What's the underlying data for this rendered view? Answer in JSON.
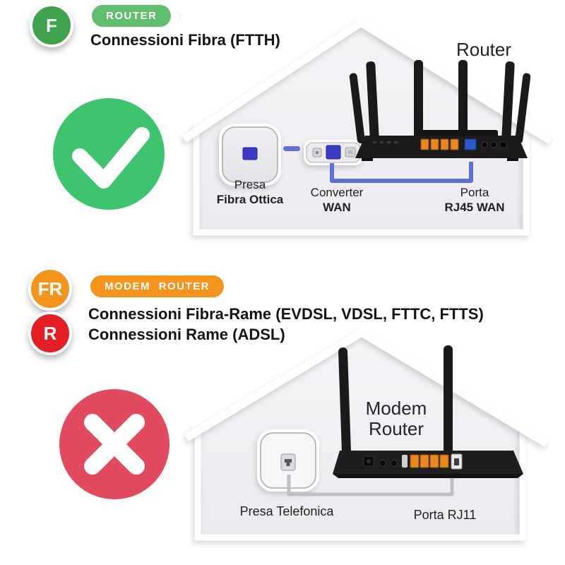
{
  "colors": {
    "green_badge": "#3fa24d",
    "green_pill": "#5fbf6c",
    "green_check_circle": "#3ec46f",
    "orange_badge": "#f5941d",
    "red_badge": "#e31e25",
    "crimson_cross_circle": "#e24a5f",
    "blue_cable": "#5f6fd8",
    "blue_port": "#3a3ac6",
    "orange_lan_port": "#e8871c",
    "gray_cable": "#bfbfc4",
    "house_fill": "#f1f1f4"
  },
  "fiber_section": {
    "badge": "F",
    "tag": "ROUTER",
    "title": "Connessioni Fibra (FTTH)",
    "status_icon": "check-icon",
    "device_label": "Router",
    "socket_label_1": "Presa",
    "socket_label_2": "Fibra Ottica",
    "converter_label_1": "Converter",
    "converter_label_2": "WAN",
    "port_label_1": "Porta",
    "port_label_2": "RJ45 WAN"
  },
  "copper_section": {
    "badge_fr": "FR",
    "badge_r": "R",
    "tag": "MODEM ROUTER",
    "title_1": "Connessioni Fibra-Rame (EVDSL, VDSL, FTTC, FTTS)",
    "title_2": "Connessioni Rame (ADSL)",
    "status_icon": "cross-icon",
    "device_label_1": "Modem",
    "device_label_2": "Router",
    "socket_label_1": "Presa",
    "socket_label_2": "Telefonica",
    "port_label": "Porta RJ11"
  }
}
